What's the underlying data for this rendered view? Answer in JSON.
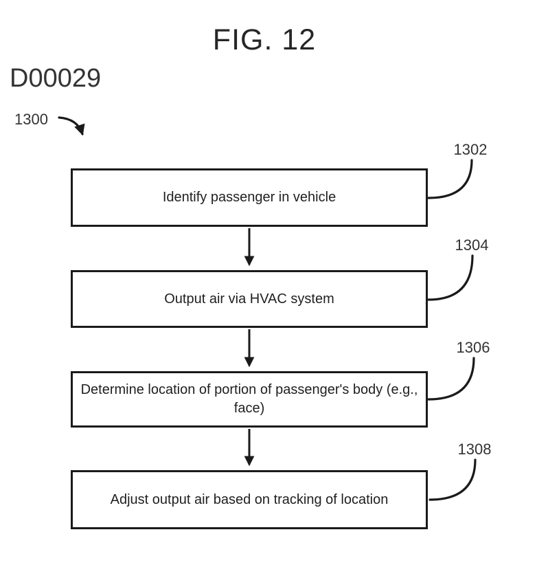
{
  "figure": {
    "title": "FIG. 12",
    "doc_id": "D00029",
    "flow_ref": "1300"
  },
  "flowchart": {
    "steps": [
      {
        "ref": "1302",
        "text": "Identify passenger in vehicle"
      },
      {
        "ref": "1304",
        "text": "Output air via HVAC system"
      },
      {
        "ref": "1306",
        "text": "Determine location of portion of passenger's body (e.g., face)"
      },
      {
        "ref": "1308",
        "text": "Adjust output air based on tracking of location"
      }
    ]
  },
  "colors": {
    "line": "#1a1a1a",
    "text": "#1f1f1f",
    "label_text": "#333333",
    "background": "#ffffff"
  }
}
